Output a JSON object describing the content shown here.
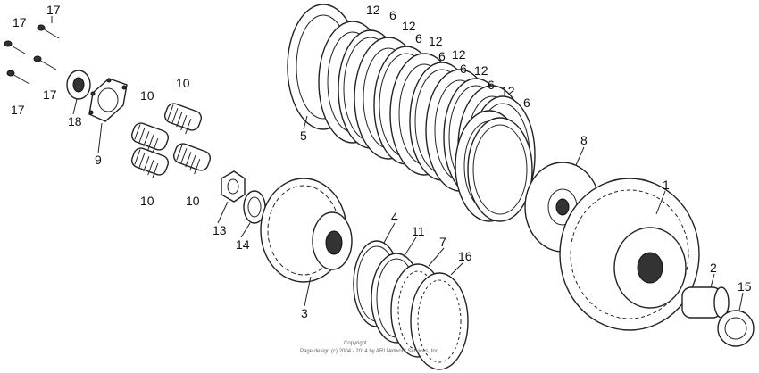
{
  "parts": [
    {
      "id": "p17a",
      "num": "17"
    },
    {
      "id": "p17b",
      "num": "17"
    },
    {
      "id": "p17c",
      "num": "17"
    },
    {
      "id": "p17d",
      "num": "17"
    },
    {
      "id": "p18",
      "num": "18"
    },
    {
      "id": "p9",
      "num": "9"
    },
    {
      "id": "p10a",
      "num": "10"
    },
    {
      "id": "p10b",
      "num": "10"
    },
    {
      "id": "p10c",
      "num": "10"
    },
    {
      "id": "p10d",
      "num": "10"
    },
    {
      "id": "p5",
      "num": "5"
    },
    {
      "id": "p12a",
      "num": "12"
    },
    {
      "id": "p12b",
      "num": "12"
    },
    {
      "id": "p12c",
      "num": "12"
    },
    {
      "id": "p12d",
      "num": "12"
    },
    {
      "id": "p12e",
      "num": "12"
    },
    {
      "id": "p12f",
      "num": "12"
    },
    {
      "id": "p6a",
      "num": "6"
    },
    {
      "id": "p6b",
      "num": "6"
    },
    {
      "id": "p6c",
      "num": "6"
    },
    {
      "id": "p6d",
      "num": "6"
    },
    {
      "id": "p6e",
      "num": "6"
    },
    {
      "id": "p6f",
      "num": "6"
    },
    {
      "id": "p8",
      "num": "8"
    },
    {
      "id": "p1",
      "num": "1"
    },
    {
      "id": "p13",
      "num": "13"
    },
    {
      "id": "p14",
      "num": "14"
    },
    {
      "id": "p3",
      "num": "3"
    },
    {
      "id": "p4",
      "num": "4"
    },
    {
      "id": "p11",
      "num": "11"
    },
    {
      "id": "p7",
      "num": "7"
    },
    {
      "id": "p16",
      "num": "16"
    },
    {
      "id": "p2",
      "num": "2"
    },
    {
      "id": "p15",
      "num": "15"
    }
  ],
  "footer": {
    "line1": "Copyright",
    "line2": "Page design (c) 2004 - 2014 by ARI Network Services, Inc."
  }
}
